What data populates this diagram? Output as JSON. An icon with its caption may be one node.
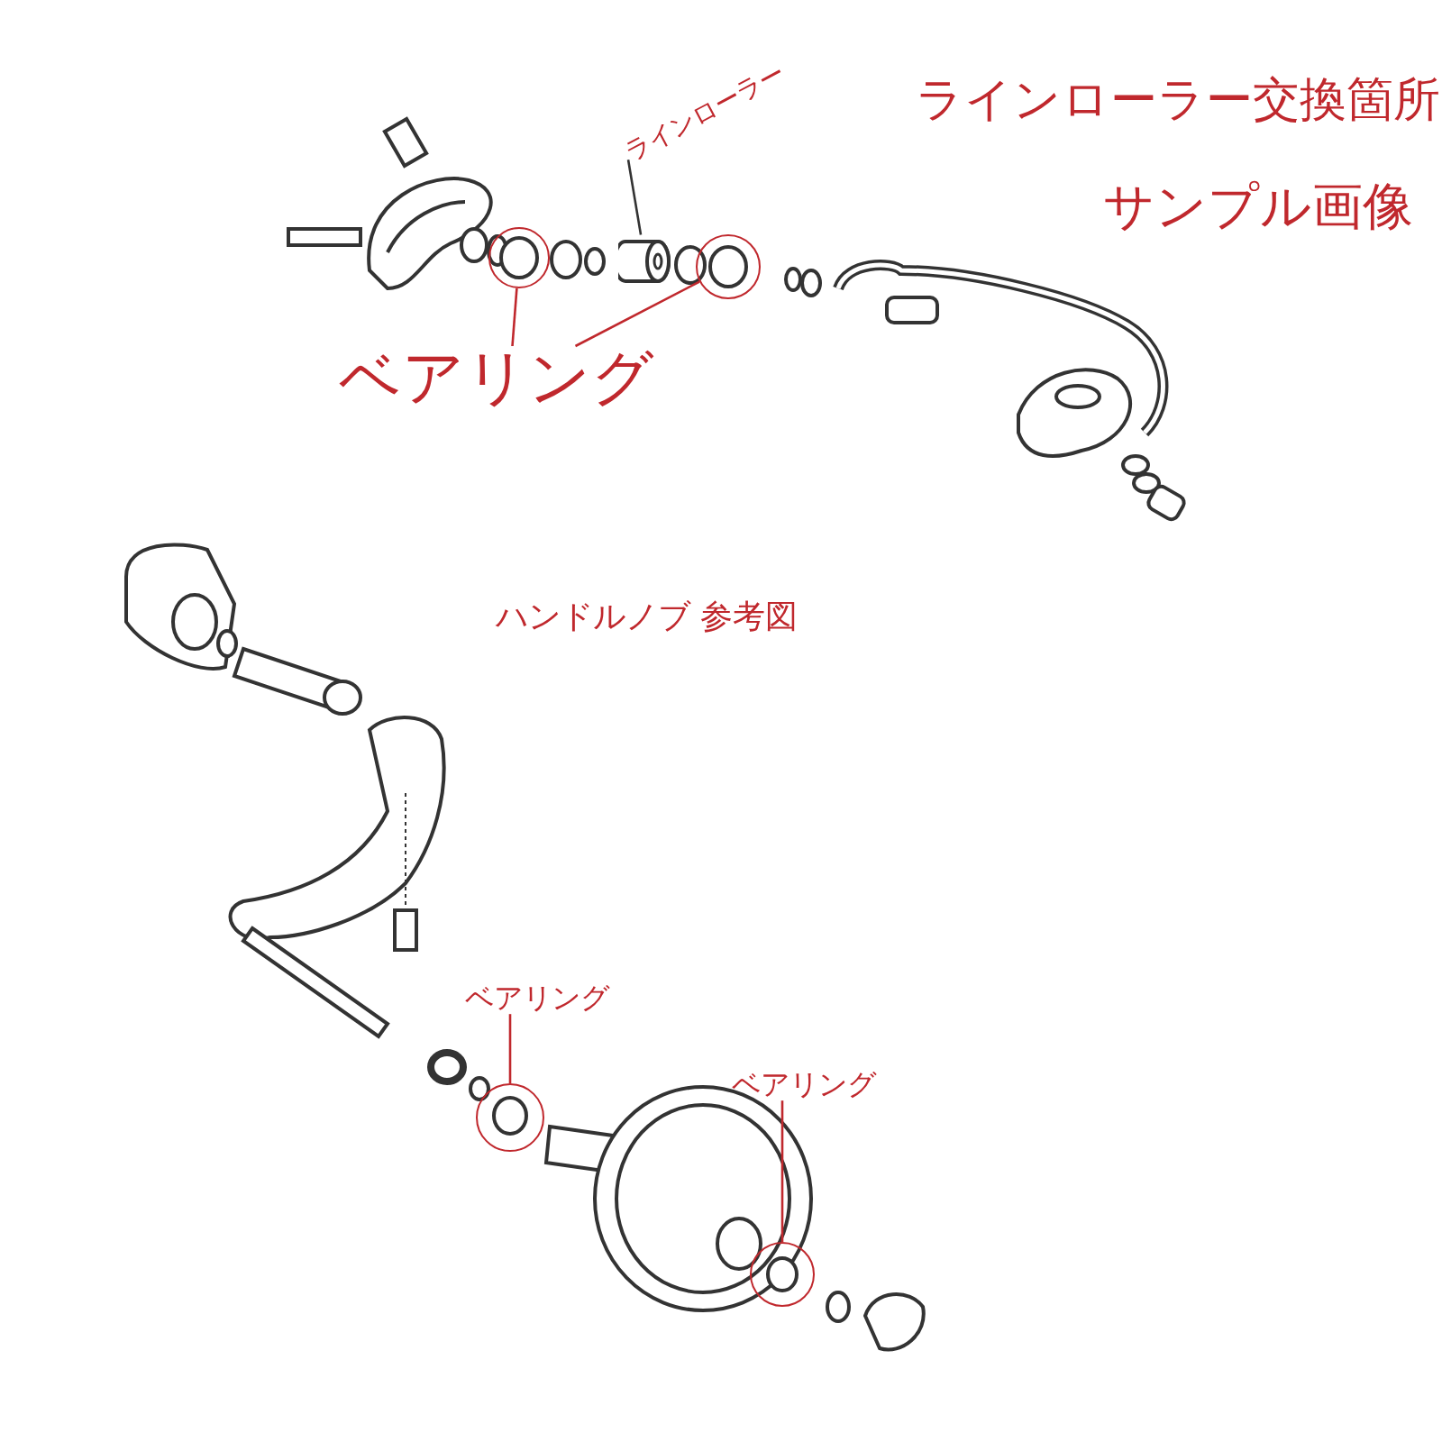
{
  "diagram": {
    "title": "ラインローラー交換箇所",
    "nodes": [
      {
        "text": [
          "ベアリング"
        ]
      },
      {
        "text": [],
        "shape": "circle"
      },
      {
        "text": [],
        "shape": "circle"
      },
      {
        "text": [
          "ラインローラー"
        ]
      },
      {
        "text": [],
        "shape": "picture"
      },
      {
        "text": [
          "ベアリング"
        ]
      },
      {
        "text": [],
        "shape": "circle"
      },
      {
        "text": [
          "ベアリング"
        ]
      },
      {
        "text": [],
        "shape": "circle"
      }
    ],
    "edges": [
      {
        "from": 0,
        "to": 1,
        "arrow": "none"
      },
      {
        "from": 0,
        "to": 2,
        "arrow": "none"
      },
      {
        "from": 3,
        "to": 4,
        "arrow": "none",
        "color": "#333333"
      },
      {
        "from": 5,
        "to": 6,
        "arrow": "none"
      },
      {
        "from": 7,
        "to": 8,
        "arrow": "none"
      }
    ],
    "labels": [
      "サンプル画像",
      "ハンドルノブ 参考図"
    ]
  }
}
